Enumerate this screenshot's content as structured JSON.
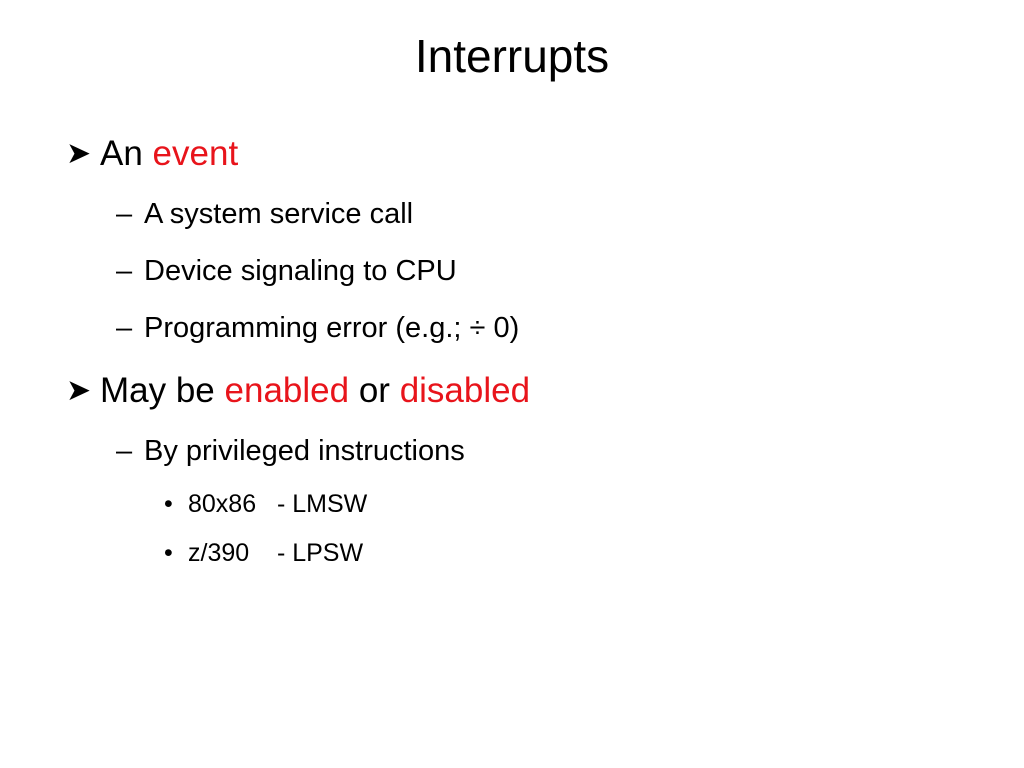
{
  "slide": {
    "title": "Interrupts",
    "colors": {
      "text": "#000000",
      "highlight": "#e8141b",
      "background": "#ffffff"
    },
    "bullet1": {
      "icon": "arrow-bullet-icon",
      "prefix": "An",
      "highlight": "event",
      "subitems": [
        "A system service call",
        "Device signaling to CPU",
        "Programming error (e.g.; ÷ 0)"
      ]
    },
    "bullet2": {
      "icon": "arrow-bullet-icon",
      "prefix": "May be",
      "highlight1": "enabled",
      "middle": "or",
      "highlight2": "disabled",
      "subitem": "By privileged instructions",
      "subsubitems": [
        "80x86   - LMSW",
        "z/390    - LPSW"
      ]
    }
  }
}
